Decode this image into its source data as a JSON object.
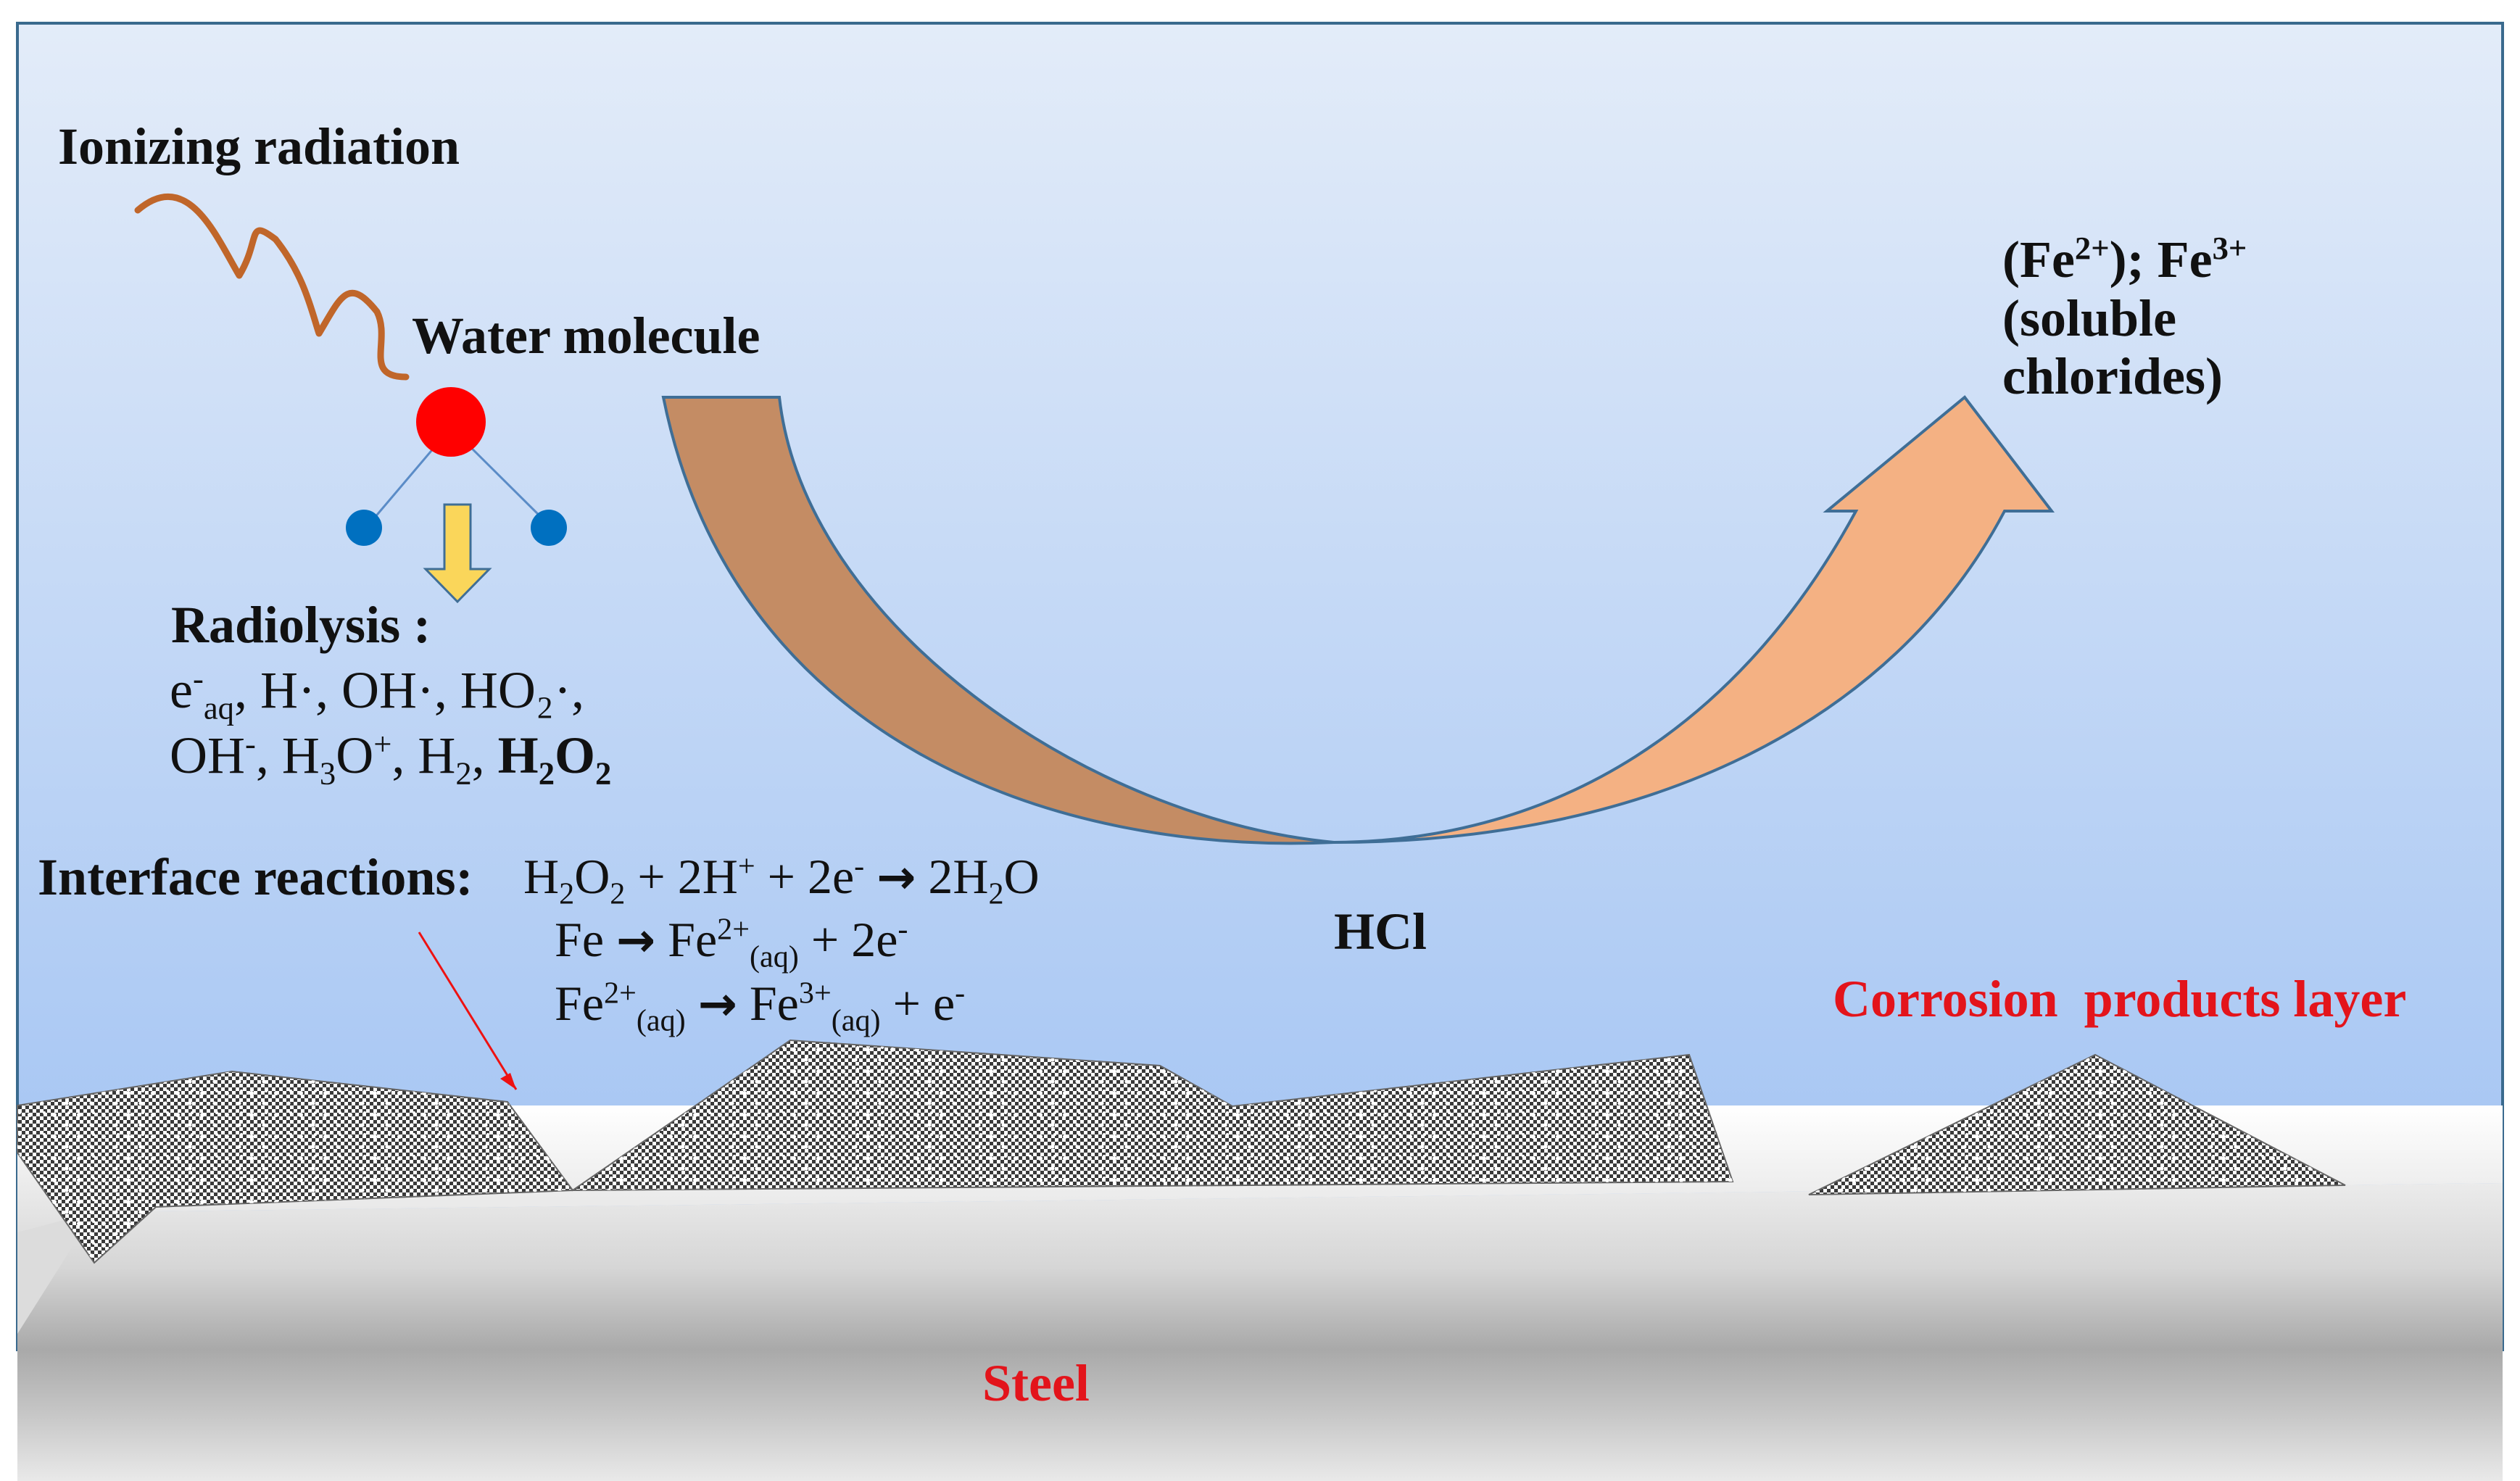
{
  "labels": {
    "ionizing": "Ionizing radiation",
    "water": "Water molecule",
    "radiolysis_title": "Radiolysis :",
    "radiolysis_line1": {
      "e": "e",
      "e_sup": "-",
      "e_sub": "aq",
      "rest": ", H·, OH·, HO₂·,"
    },
    "radiolysis_line2": {
      "a": "OH",
      "a_sup": "-",
      "b": ", H",
      "b_sub": "3",
      "c": "O",
      "c_sup": "+",
      "d": ", H",
      "d_sub": "2",
      "e": ", ",
      "f": "H",
      "f_sub": "2",
      "g": "O",
      "g_sub": "2"
    },
    "fe_ions": {
      "a": "(Fe",
      "a_sup": "2+",
      "b": "); Fe",
      "b_sup": "3+",
      "line2": "(soluble",
      "line3": "chlorides)"
    },
    "interface_title": "Interface reactions:",
    "eq1": {
      "a": "H",
      "a_sub": "2",
      "b": "O",
      "b_sub": "2",
      "c": " + 2H",
      "c_sup": "+",
      "d": " + 2e",
      "d_sup": "-",
      "arrow": "→",
      "e": "2H",
      "e_sub": "2",
      "f": "O"
    },
    "eq2": {
      "a": "Fe ",
      "arrow": "→",
      "b": " Fe",
      "b_sup": "2+",
      "b_sub": "(aq)",
      "c": " + 2e",
      "c_sup": "-"
    },
    "eq3": {
      "a": "Fe",
      "a_sup": "2+",
      "a_sub": "(aq)",
      "arrow": "→",
      "b": "Fe",
      "b_sup": "3+",
      "b_sub": "(aq)",
      "c": " + e",
      "c_sup": "-"
    },
    "hcl": "HCl",
    "corrosion": "Corrosion  products layer",
    "steel": "Steel"
  },
  "colors": {
    "water_top": "#e3ecf9",
    "water_bottom": "#9dc0f2",
    "oxygen_atom": "#ff0000",
    "hydrogen_atom": "#0070c0",
    "radiation_wave": "#c0662a",
    "arrow_dark": "#c48c64",
    "arrow_light": "#f4b183",
    "down_arrow": "#fad65a",
    "label_red": "#e3141b",
    "pointer_line": "#ee1111"
  },
  "icons": {
    "radiation": "wavy-line-icon",
    "molecule": "water-molecule-icon",
    "down_arrow": "down-arrow-icon",
    "curved_arrow": "curved-arrow-icon"
  }
}
